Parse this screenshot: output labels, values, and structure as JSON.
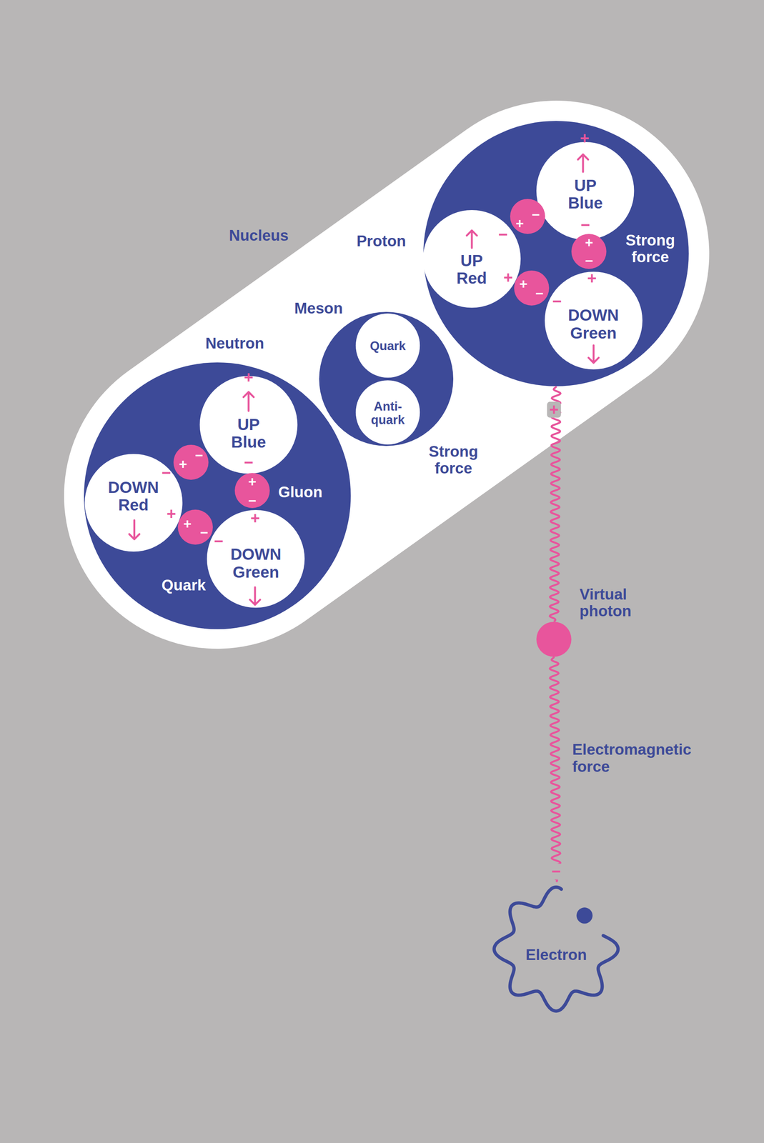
{
  "diagram": {
    "nodes": [
      {
        "text": [
          "Nucleus",
          "Strong force"
        ]
      },
      {
        "text": [
          "Proton",
          "Strong force"
        ],
        "in": 0
      },
      {
        "text": [
          "UP Blue"
        ],
        "in": 1
      },
      {
        "text": [
          "UP Red"
        ],
        "in": 1
      },
      {
        "text": [
          "DOWN Green"
        ],
        "in": 1
      },
      {
        "text": [
          "+",
          "−"
        ],
        "in": 1
      },
      {
        "text": [
          "+",
          "−"
        ],
        "in": 1
      },
      {
        "text": [
          "+",
          "−"
        ],
        "in": 1
      },
      {
        "text": [
          "Meson"
        ],
        "in": 0
      },
      {
        "text": [
          "Quark"
        ],
        "in": 8
      },
      {
        "text": [
          "Anti-quark"
        ],
        "in": 8
      },
      {
        "text": [
          "Neutron",
          "Gluon",
          "Quark"
        ],
        "in": 0
      },
      {
        "text": [
          "UP Blue"
        ],
        "in": 11
      },
      {
        "text": [
          "DOWN Red"
        ],
        "in": 11
      },
      {
        "text": [
          "DOWN Green"
        ],
        "in": 11
      },
      {
        "text": [
          "+",
          "−"
        ],
        "in": 11
      },
      {
        "text": [
          "+",
          "−"
        ],
        "in": 11
      },
      {
        "text": [
          "+",
          "−"
        ],
        "in": 11
      },
      {
        "text": [
          "Virtual photon"
        ]
      },
      {
        "text": [
          "Electron"
        ]
      }
    ],
    "edges": [
      {
        "from": 1,
        "to": 18,
        "arrow": "none"
      },
      {
        "from": 18,
        "to": 19,
        "arrow": "none",
        "label": "Electromagnetic force"
      }
    ],
    "labels": [
      "+",
      "−",
      "−",
      "+",
      "+",
      "−",
      "+",
      "−",
      "−",
      "+",
      "+",
      "−",
      "+",
      "−"
    ]
  }
}
